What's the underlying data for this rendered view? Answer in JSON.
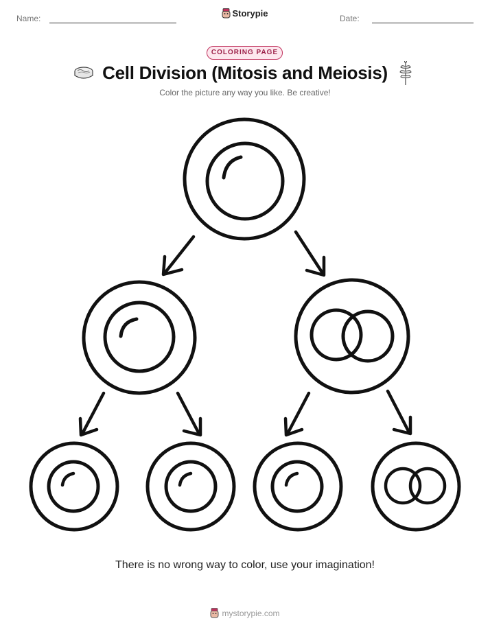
{
  "header": {
    "name_label": "Name:",
    "date_label": "Date:",
    "brand_name": "Storypie",
    "brand_icon": "storypie-mascot-icon"
  },
  "badge": "COLORING PAGE",
  "title": "Cell Division (Mitosis and Meiosis)",
  "title_icons": {
    "left": "cell-sample-icon",
    "right": "plant-sprig-icon"
  },
  "subtitle": "Color the picture any way you like. Be creative!",
  "illustration": {
    "description_icon": "cell-division-tree-icon",
    "levels": [
      {
        "cells": [
          {
            "nucleus": "single"
          }
        ]
      },
      {
        "cells": [
          {
            "nucleus": "single"
          },
          {
            "nucleus": "double"
          }
        ]
      },
      {
        "cells": [
          {
            "nucleus": "single"
          },
          {
            "nucleus": "single"
          },
          {
            "nucleus": "single"
          },
          {
            "nucleus": "double"
          }
        ]
      }
    ]
  },
  "footer": {
    "message": "There is no wrong way to color, use your imagination!",
    "site": "mystorypie.com"
  },
  "colors": {
    "accent": "#c0305c",
    "badge_bg": "#fde7ee",
    "ink": "#111111"
  }
}
